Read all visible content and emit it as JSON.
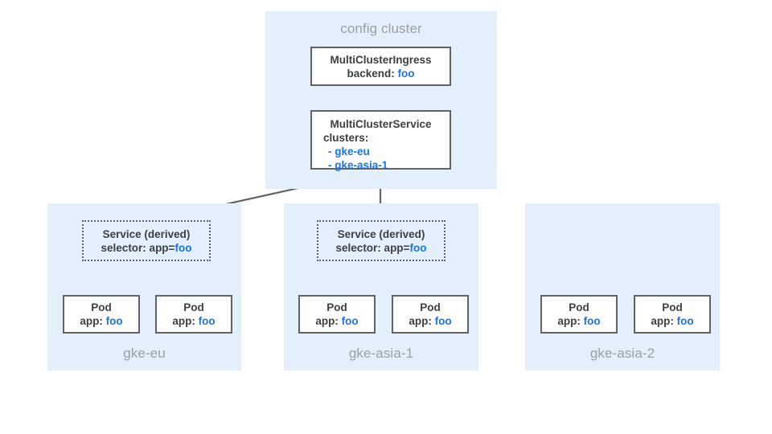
{
  "colors": {
    "panel_bg": "#e3effb",
    "node_border": "#5f6368",
    "text": "#3c4043",
    "accent_blue": "#1a73e8",
    "muted_label": "#9aa0a6",
    "arrow_dark": "#5f6368",
    "arrow_light": "#bdc1c6"
  },
  "config_cluster": {
    "title": "config cluster",
    "ingress": {
      "name": "MultiClusterIngress",
      "field_label": "backend:",
      "field_value": "foo"
    },
    "service": {
      "name": "MultiClusterService",
      "field_label": "clusters:",
      "items": [
        "- gke-eu",
        "- gke-asia-1"
      ]
    }
  },
  "clusters": [
    {
      "name": "gke-eu",
      "has_service": true,
      "service": {
        "title": "Service (derived)",
        "selector_label": "selector: app=",
        "selector_value": "foo"
      },
      "pods": [
        {
          "title": "Pod",
          "label": "app:",
          "value": "foo"
        },
        {
          "title": "Pod",
          "label": "app:",
          "value": "foo"
        }
      ]
    },
    {
      "name": "gke-asia-1",
      "has_service": true,
      "service": {
        "title": "Service (derived)",
        "selector_label": "selector: app=",
        "selector_value": "foo"
      },
      "pods": [
        {
          "title": "Pod",
          "label": "app:",
          "value": "foo"
        },
        {
          "title": "Pod",
          "label": "app:",
          "value": "foo"
        }
      ]
    },
    {
      "name": "gke-asia-2",
      "has_service": false,
      "pods": [
        {
          "title": "Pod",
          "label": "app:",
          "value": "foo"
        },
        {
          "title": "Pod",
          "label": "app:",
          "value": "foo"
        }
      ]
    }
  ]
}
